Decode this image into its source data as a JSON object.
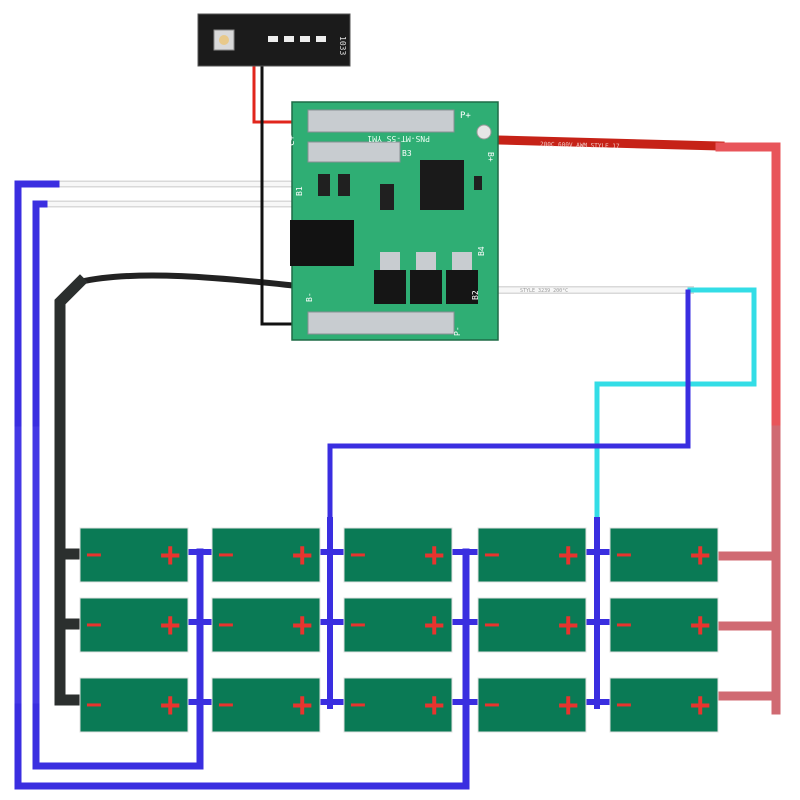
{
  "colors": {
    "background": "#ffffff",
    "pcb_green": "#2fae74",
    "pcb_dark": "#1e6b46",
    "pad_silver": "#c8ccd0",
    "cell_green": "#0a7a55",
    "cell_sign": "#e8342e",
    "wire_blue": "#3a2ee0",
    "wire_cyan": "#33dde6",
    "wire_red": "#e8555a",
    "wire_pink": "#d06a72",
    "wire_black": "#2b2f2e",
    "wire_insulation_white": "#f4f4f4",
    "wire_insulation_red": "#d6281e",
    "small_board": "#1b1b1b"
  },
  "small_board": {
    "label": "1033",
    "icons": [
      "push-button-icon",
      "led-icon"
    ]
  },
  "main_board": {
    "model_text": "PNS-MT-5S YM1",
    "terminals": [
      "C+",
      "P+",
      "B+",
      "B1",
      "B2",
      "B3",
      "B4",
      "B-",
      "P-"
    ],
    "icons": [
      "dc-jack-icon",
      "ic-chip-icon",
      "mosfet-icon"
    ]
  },
  "wire_prints": {
    "red_lead": "200C 600V AWM STYLE 17",
    "white_lead": "STYLE 3239 200°C"
  },
  "battery_pack": {
    "columns": 5,
    "rows": 3,
    "cell_minus_sign": "−",
    "cell_plus_sign": "+"
  }
}
